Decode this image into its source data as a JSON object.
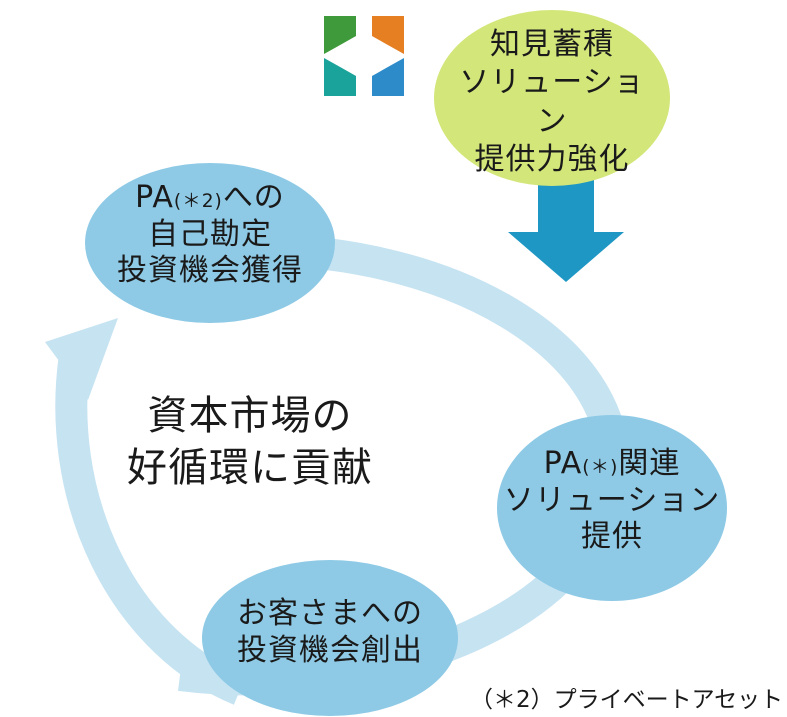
{
  "nodes": {
    "top": {
      "lines": [
        "知見蓄積",
        "ソリューション",
        "提供力強化"
      ]
    },
    "left_top": {
      "line1_main": "PA",
      "line1_small": "(＊2)",
      "line1_tail": "への",
      "lines": [
        "自己勘定",
        "投資機会獲得"
      ]
    },
    "right": {
      "line1_main": "PA",
      "line1_small": "(＊)",
      "line1_tail": "関連",
      "lines": [
        "ソリューション",
        "提供"
      ]
    },
    "bottom": {
      "lines": [
        "お客さまへの",
        "投資機会創出"
      ]
    }
  },
  "center": {
    "line1": "資本市場の",
    "line2": "好循環に貢献"
  },
  "footnote": "（＊2）プライベートアセット",
  "colors": {
    "cycle": "#c6e3f2",
    "node_blue": "#8ecae6",
    "node_green": "#d3e67a",
    "arrow": "#1f97c4",
    "logo_green": "#3e9a3a",
    "logo_orange": "#e67e22",
    "logo_blue": "#2e8bc9",
    "logo_teal": "#1aa39a"
  }
}
